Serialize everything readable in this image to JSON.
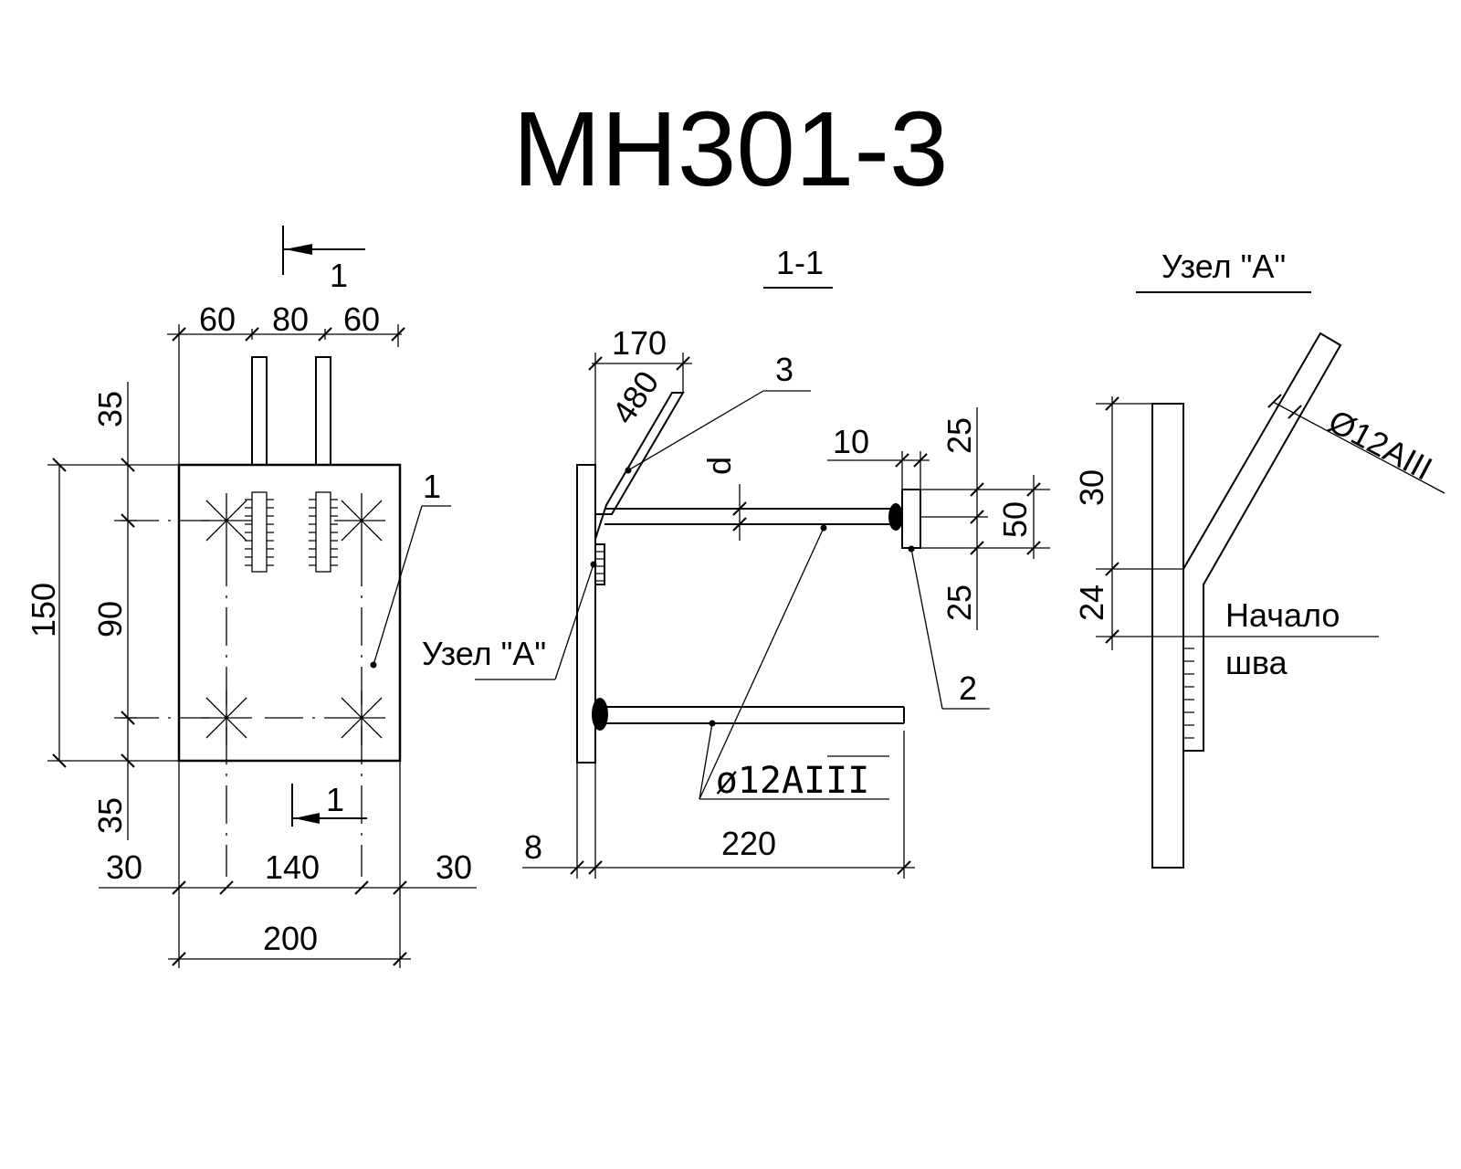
{
  "title": "МН301-3",
  "labels": {
    "section_mark": "1",
    "section_title": "1-1",
    "node_title": "Узел \"А\"",
    "node_ref": "Узел \"А\"",
    "pos1": "1",
    "pos2": "2",
    "pos3": "3",
    "bar_spec": "Ø12АIII",
    "bar_spec_section": "ø12АIII",
    "weld_start_1": "Начало",
    "weld_start_2": "шва",
    "d": "d"
  },
  "plan_dims": {
    "top_left": "60",
    "top_mid": "80",
    "top_right": "60",
    "stub_len": "35",
    "height": "150",
    "inner_height": "90",
    "bottom_stub": "35",
    "edge_left": "30",
    "span": "140",
    "edge_right": "30",
    "width": "200"
  },
  "section_dims": {
    "hook_len": "480",
    "hook_proj": "170",
    "plate_thk": "10",
    "top_offset": "25",
    "plate_h": "50",
    "bottom_offset": "25",
    "base_thk": "8",
    "bar_len": "220"
  },
  "node_dims": {
    "upper": "30",
    "lower": "24"
  }
}
